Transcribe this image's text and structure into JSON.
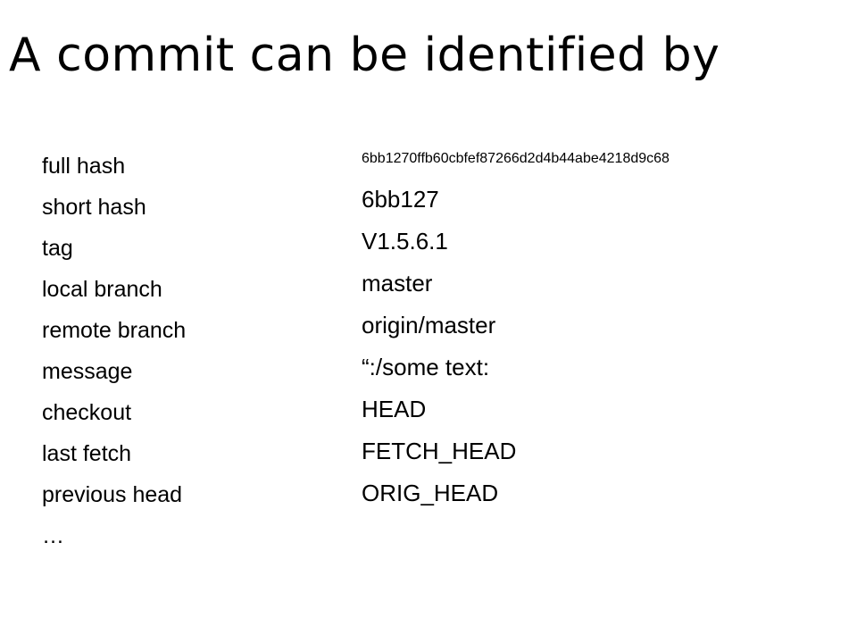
{
  "slide": {
    "title": "A commit can be identified by",
    "methods": [
      "full hash",
      "short hash",
      "tag",
      "local branch",
      "remote branch",
      "message",
      "checkout",
      "last fetch",
      "previous head",
      "…"
    ],
    "examples": [
      "6bb1270ffb60cbfef87266d2d4b44abe4218d9c68",
      "6bb127",
      "V1.5.6.1",
      "master",
      "origin/master",
      "“:/some text:",
      "HEAD",
      "FETCH_HEAD",
      "ORIG_HEAD"
    ]
  }
}
